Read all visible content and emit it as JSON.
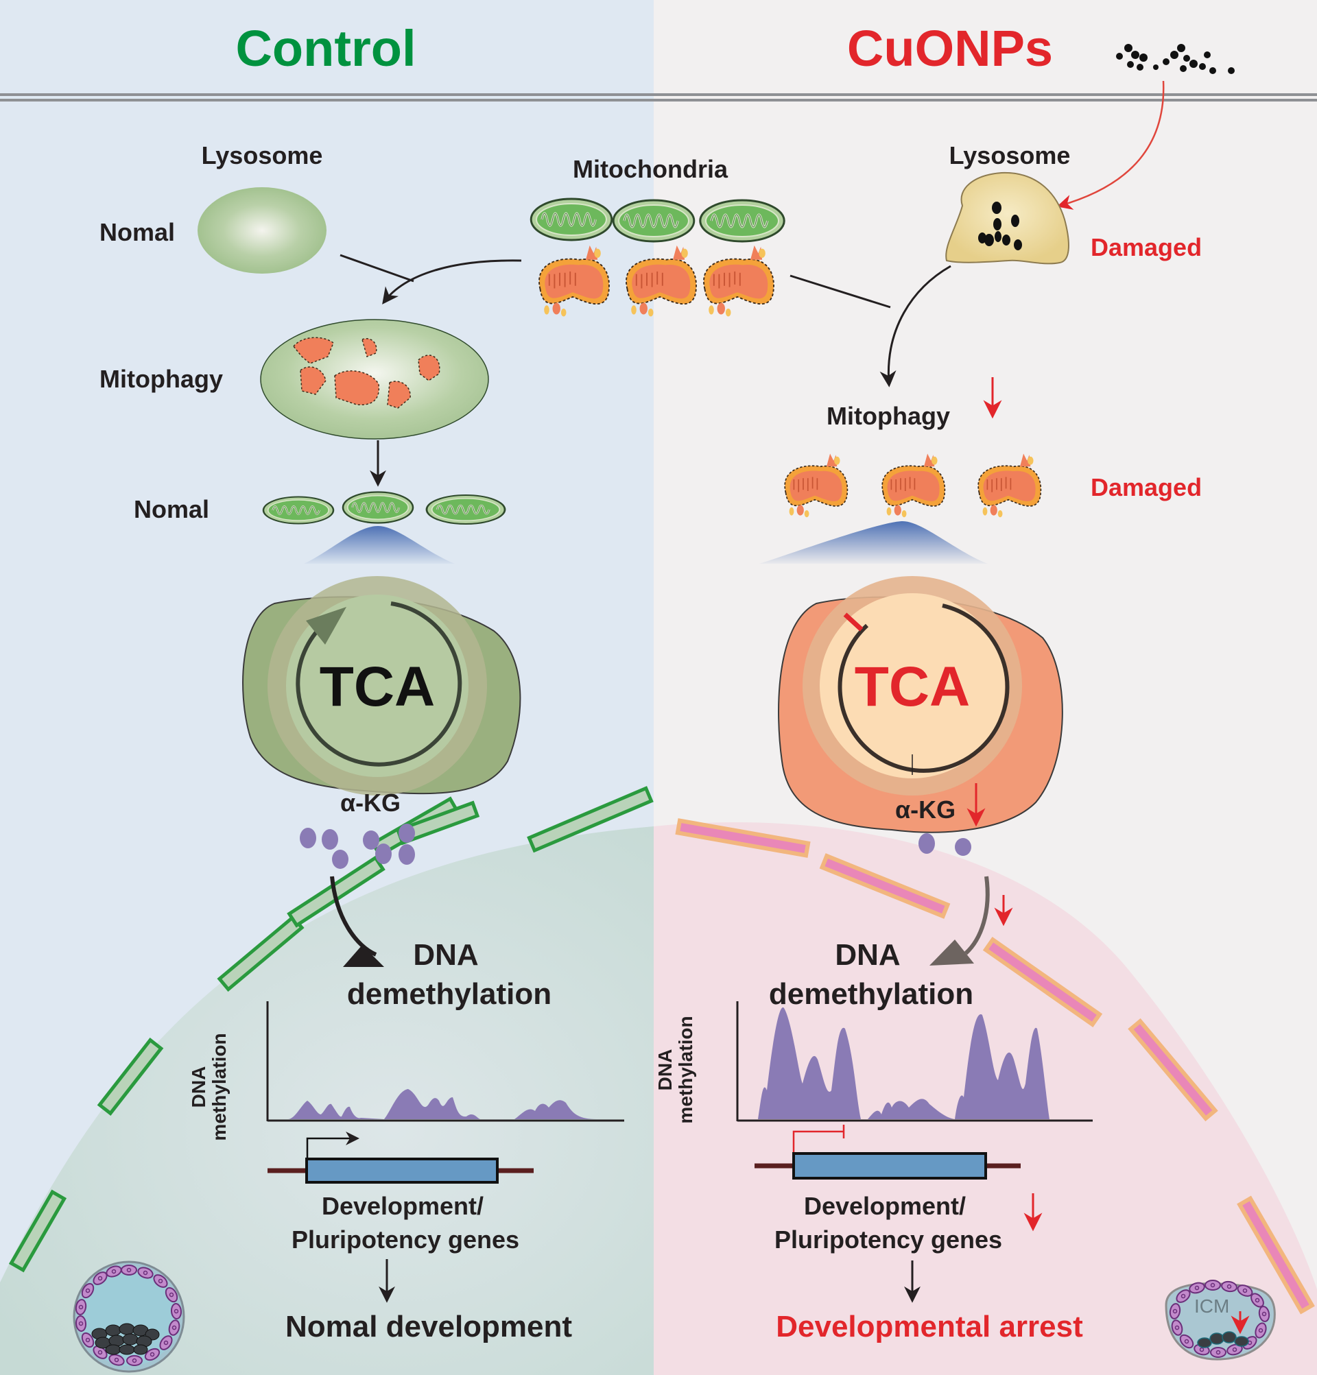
{
  "panels": {
    "control": {
      "title": "Control",
      "title_color": "#00923f",
      "background": "#dfe8f2",
      "lysosome_label": "Lysosome",
      "lysosome_state": "Nomal",
      "mitophagy_label": "Mitophagy",
      "mito_state": "Nomal",
      "tca_label": "TCA",
      "akg_label": "α-KG",
      "akg_dot_count": 7,
      "dna_title_line1": "DNA",
      "dna_title_line2": "demethylation",
      "plot_ylabel_line1": "DNA",
      "plot_ylabel_line2": "methylation",
      "gene_label_line1": "Development/",
      "gene_label_line2": "Pluripotency genes",
      "outcome": "Nomal development"
    },
    "cuonps": {
      "title": "CuONPs",
      "title_color": "#e2262b",
      "background": "#f2f0f0",
      "lysosome_label": "Lysosome",
      "lysosome_state": "Damaged",
      "mitophagy_label": "Mitophagy",
      "mito_state": "Damaged",
      "tca_label": "TCA",
      "akg_label": "α-KG",
      "akg_dot_count": 2,
      "dna_title_line1": "DNA",
      "dna_title_line2": "demethylation",
      "plot_ylabel_line1": "DNA",
      "plot_ylabel_line2": "methylation",
      "gene_label_line1": "Development/",
      "gene_label_line2": "Pluripotency genes",
      "outcome": "Developmental arrest",
      "icm_label": "ICM"
    }
  },
  "shared": {
    "mitochondria_label": "Mitochondria"
  },
  "colors": {
    "red_accent": "#e2262b",
    "green_accent": "#00923f",
    "akg_purple": "#8a7bb5",
    "methylation_purple": "#8a7bb5",
    "gene_box": "#6699c4",
    "text_dark": "#231f20"
  },
  "icons": {
    "down_arrow": "down-arrow-icon",
    "nanoparticles": "nanoparticle-cluster-icon",
    "blastocyst": "blastocyst-icon",
    "promoter_arrow": "promoter-arrow-icon",
    "inhibition_bar": "inhibition-icon"
  }
}
